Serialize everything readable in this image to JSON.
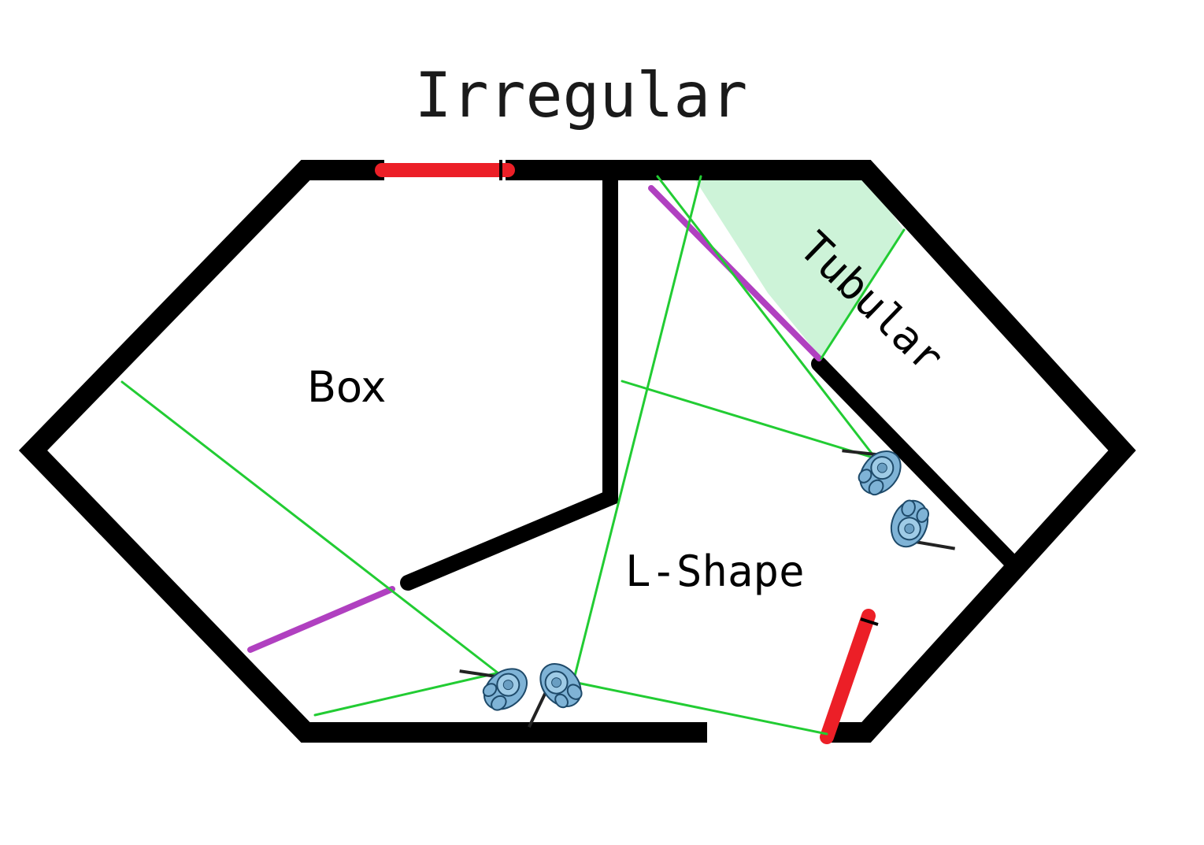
{
  "title": "Irregular",
  "rooms": {
    "box": "Box",
    "l_shape": "L-Shape",
    "tubular": "Tubular"
  },
  "colors": {
    "wall": "#000000",
    "door": "#ec1f27",
    "sight_line": "#22cc33",
    "threshold": "#b040c0",
    "clear_zone": "#cdf3d8",
    "operator": "#7fb3d6"
  },
  "icons": {
    "operator": "soldier-topdown-icon",
    "door": "door-icon"
  }
}
